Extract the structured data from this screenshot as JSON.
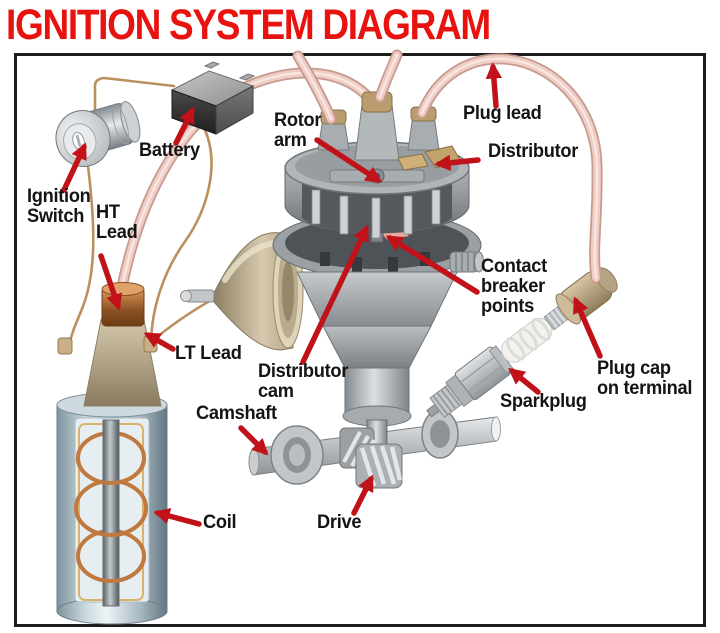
{
  "title": "IGNITION SYSTEM DIAGRAM",
  "colors": {
    "title_red": "#e8120f",
    "arrow_red": "#c1121a",
    "label_black": "#141414",
    "frame_black": "#1c1c1c",
    "lead_pink": "#efccc4",
    "wire_tan": "#bb905e",
    "background": "#ffffff"
  },
  "labels": {
    "ignition_switch": "Ignition\nSwitch",
    "battery": "Battery",
    "ht_lead": "HT\nLead",
    "lt_lead": "LT Lead",
    "rotor_arm": "Rotor\narm",
    "plug_lead": "Plug lead",
    "distributor": "Distributor",
    "contact_breaker_points": "Contact\nbreaker\npoints",
    "distributor_cam": "Distributor\ncam",
    "camshaft": "Camshaft",
    "drive": "Drive",
    "sparkplug": "Sparkplug",
    "plug_cap_on_terminal": "Plug cap\non terminal",
    "coil": "Coil"
  }
}
